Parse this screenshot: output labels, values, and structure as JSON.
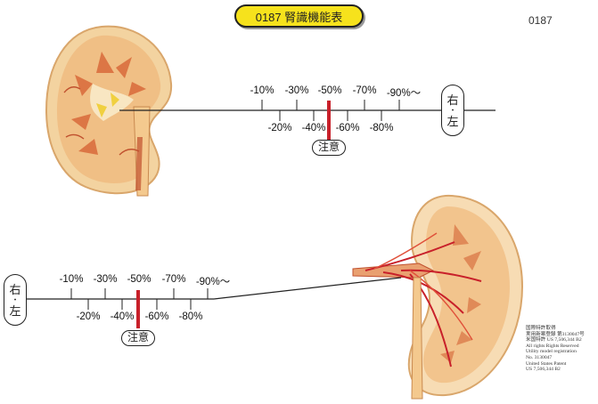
{
  "header": {
    "title": "0187 腎識機能表",
    "page_number": "0187"
  },
  "scale_top": {
    "upper_labels": [
      "-10%",
      "-30%",
      "-50%",
      "-70%",
      "-90%〜"
    ],
    "lower_labels": [
      "-20%",
      "-40%",
      "-60%",
      "-80%"
    ],
    "side_top": "右",
    "side_dot": "・",
    "side_bottom": "左",
    "caution": "注意"
  },
  "scale_bottom": {
    "upper_labels": [
      "-10%",
      "-30%",
      "-50%",
      "-70%",
      "-90%〜"
    ],
    "lower_labels": [
      "-20%",
      "-40%",
      "-60%",
      "-80%"
    ],
    "side_top": "右",
    "side_dot": "・",
    "side_bottom": "左",
    "caution": "注意"
  },
  "fine_print": {
    "lines": [
      "国際特許取得",
      "実用新案登録 第3130047号",
      "米国特許 US 7,506,344 B2",
      "All rights Rights Reserved",
      "Utility model registration",
      "No. 3130047",
      "United States Patent",
      "US 7,506,344 B2"
    ]
  },
  "colors": {
    "title_bg": "#f6e21c",
    "marker": "#c8202a",
    "kidney_light": "#f6d7a8",
    "kidney_mid": "#e8a060",
    "kidney_dark": "#c0502e"
  }
}
